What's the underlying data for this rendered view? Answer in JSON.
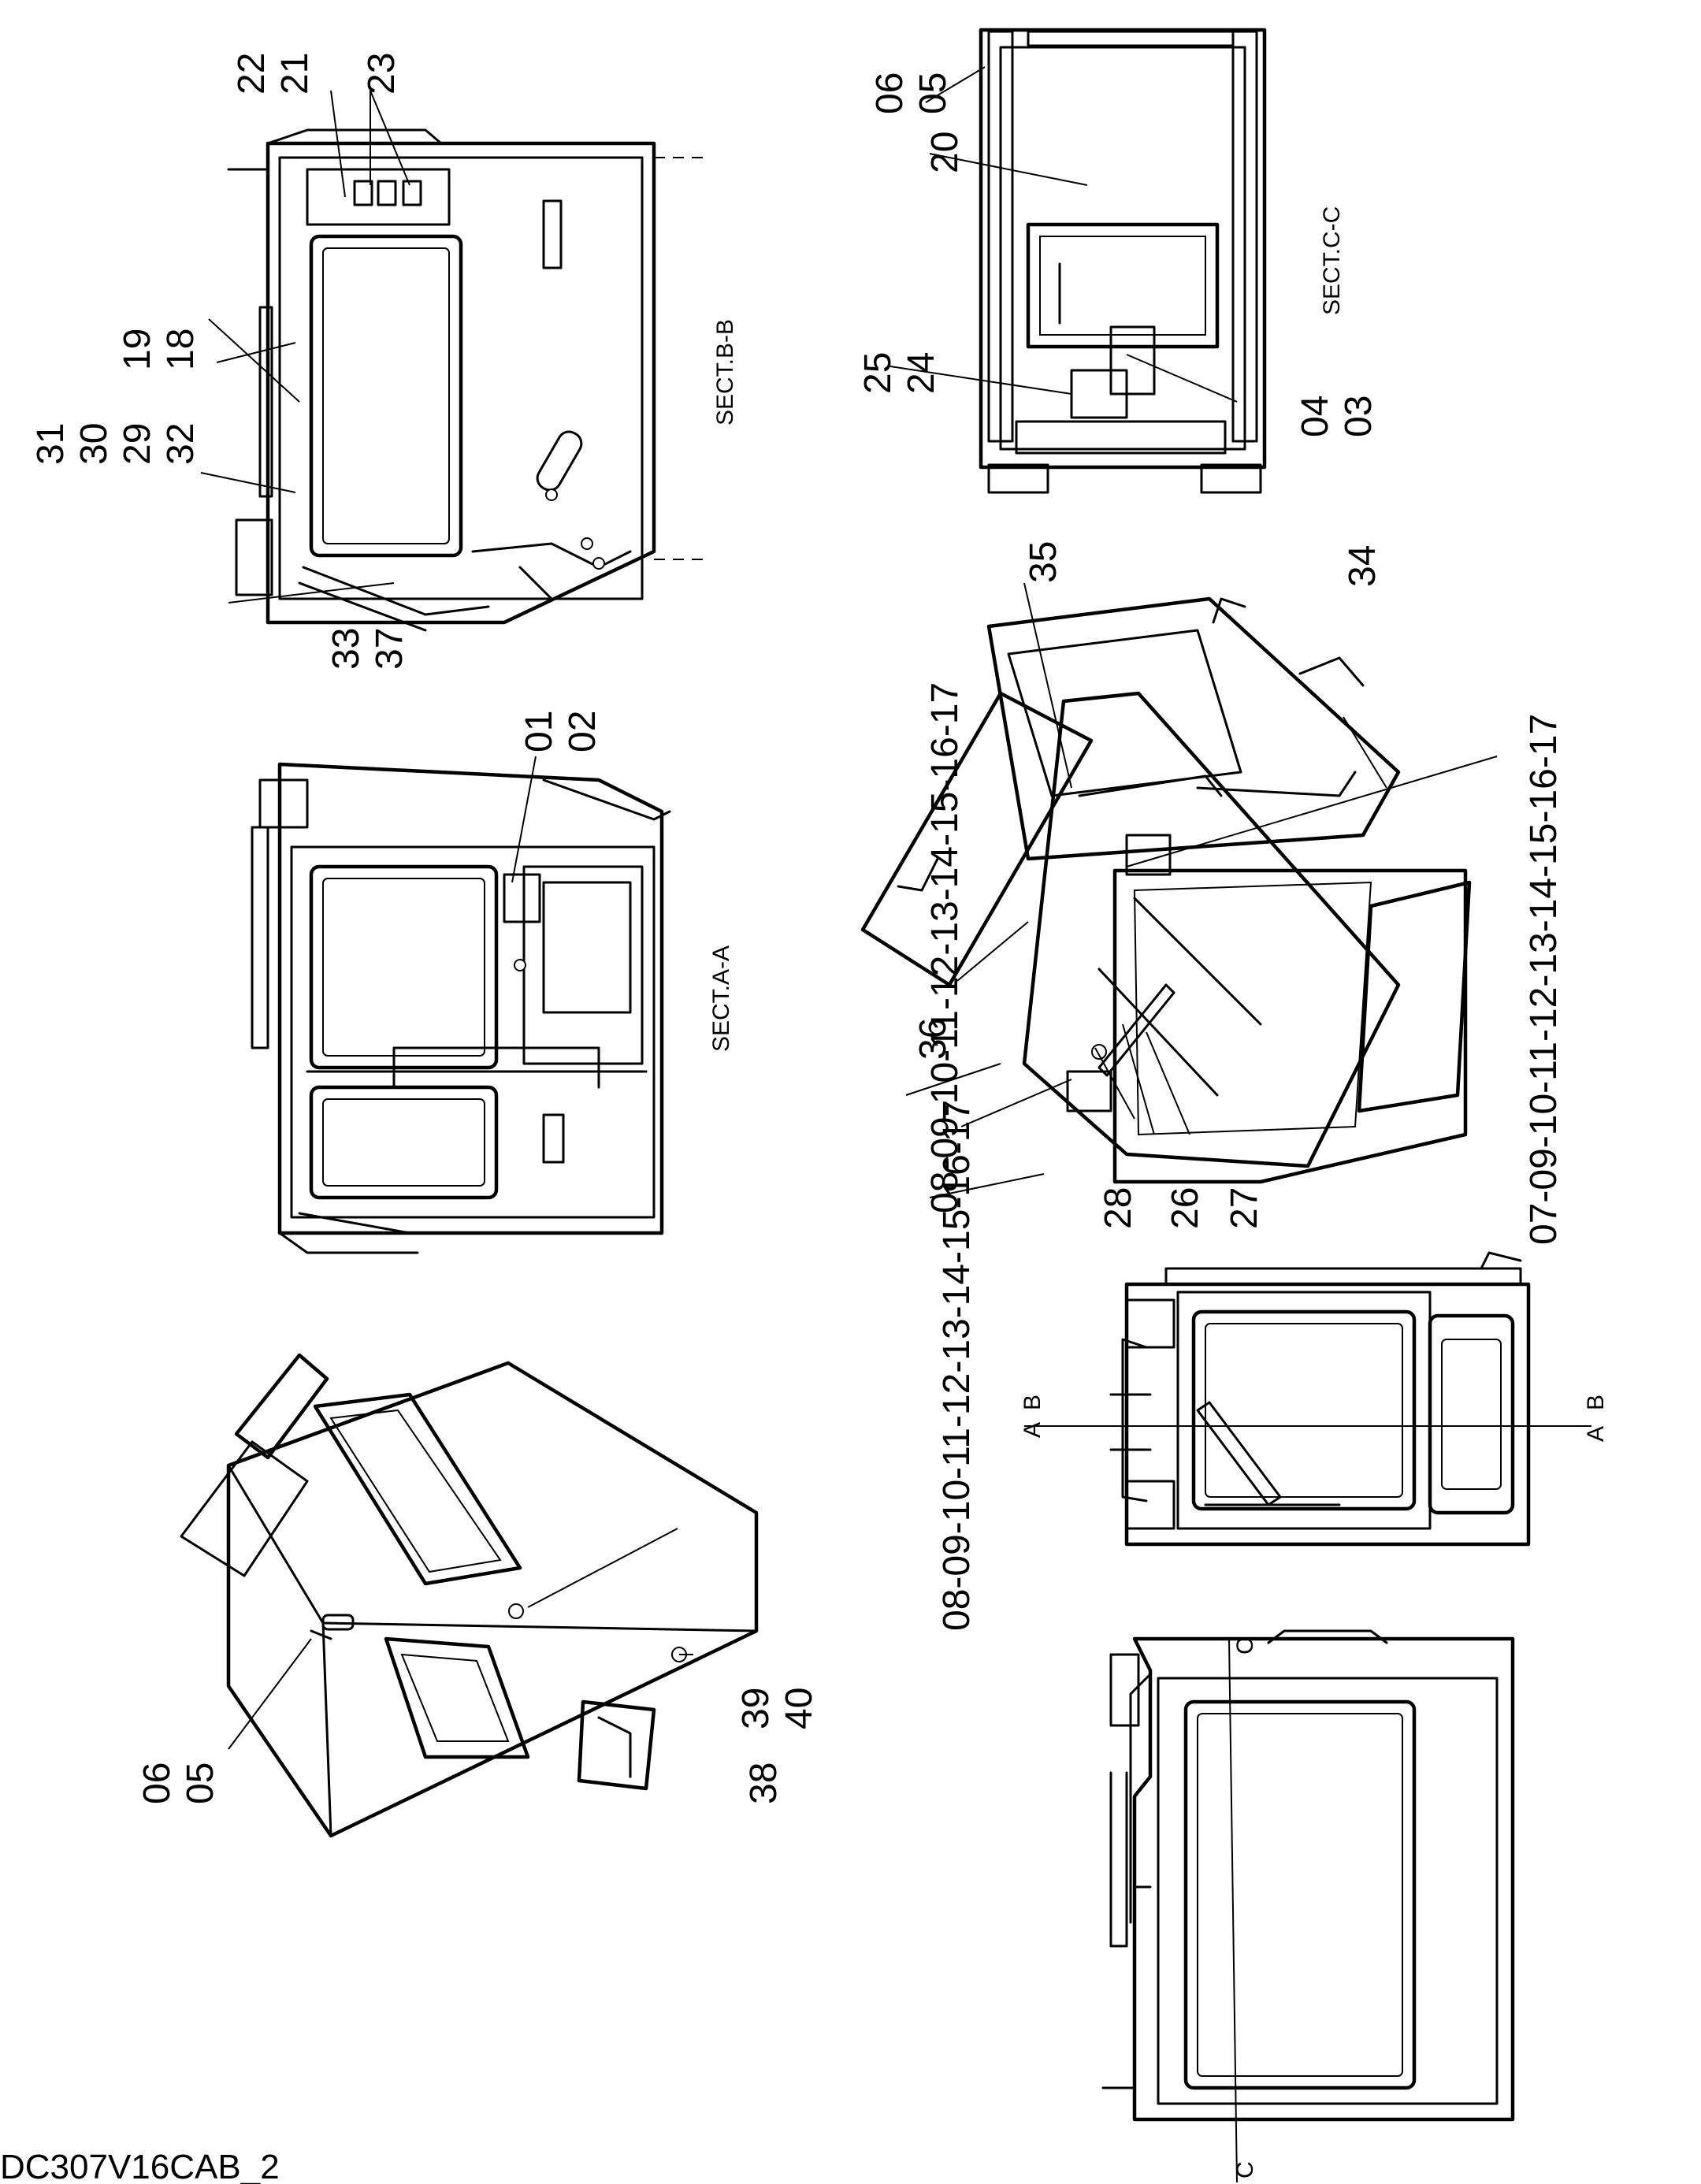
{
  "drawing_code": "DC307V16CAB_2",
  "section_labels": {
    "a": "SECT.A-A",
    "b": "SECT.B-B",
    "c": "SECT.C-C"
  },
  "section_markers": {
    "a": "A",
    "b": "B",
    "c": "C"
  },
  "callouts": {
    "c_31": "31",
    "c_30": "30",
    "c_29": "29",
    "c_32": "32",
    "c_19": "19",
    "c_18": "18",
    "c_22": "22",
    "c_21": "21",
    "c_23": "23",
    "c_33": "33",
    "c_37": "37",
    "c_01": "01",
    "c_02": "02",
    "c_06a": "06",
    "c_05a": "05",
    "c_20": "20",
    "c_25": "25",
    "c_24": "24",
    "c_04": "04",
    "c_03": "03",
    "c_35": "35",
    "c_34": "34",
    "c_36": "36",
    "c_28": "28",
    "c_26": "26",
    "c_27": "27",
    "c_39": "39",
    "c_40": "40",
    "c_38": "38",
    "c_06b": "06",
    "c_05b": "05",
    "seq_left": "08-09-10-11-12-13-14-15-16-17",
    "seq_iso": "08-09-10-11-12-13-14-15-16-17",
    "seq_right": "07-09-10-11-12-13-14-15-16-17"
  }
}
